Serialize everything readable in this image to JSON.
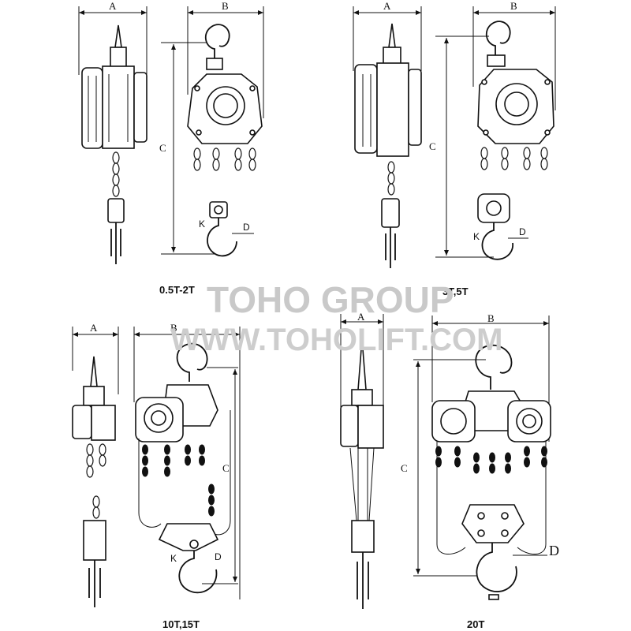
{
  "watermark": {
    "line1": "TOHO GROUP",
    "line2": "WWW.TOHOLIFT.COM"
  },
  "dimension_labels": {
    "a": "A",
    "b": "B",
    "c": "C",
    "d": "D",
    "k": "K"
  },
  "captions": {
    "p1": "0.5T-2T",
    "p2": "3T,5T",
    "p3": "10T,15T",
    "p4": "20T"
  }
}
